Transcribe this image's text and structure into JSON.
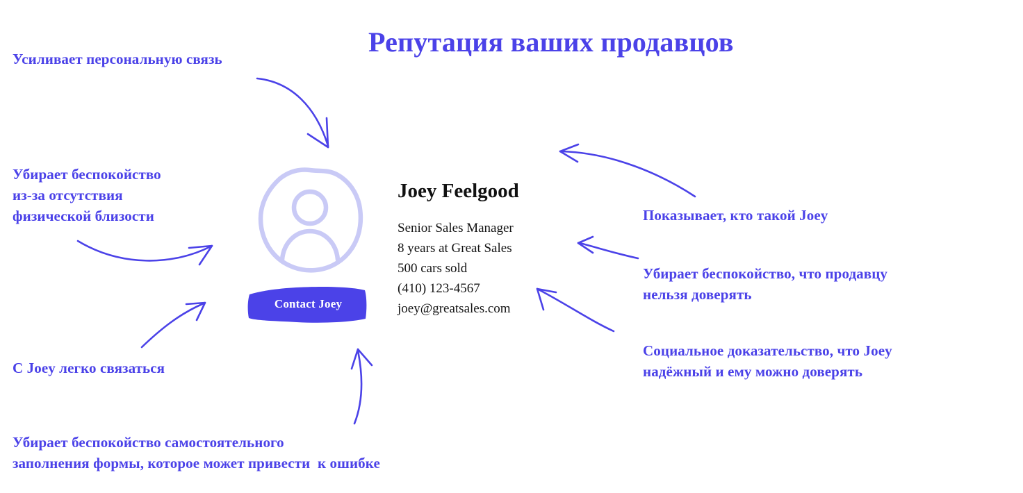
{
  "page": {
    "title": "Репутация ваших продавцов",
    "background_color": "#ffffff",
    "accent_color": "#4b42e8",
    "avatar_outline_color": "#c9caf6",
    "text_color": "#111111"
  },
  "profile": {
    "name": "Joey Feelgood",
    "details": [
      "Senior Sales Manager",
      "8 years at Great Sales",
      "500 cars sold",
      "(410) 123-4567",
      "joey@greatsales.com"
    ],
    "avatar_icon": "user-avatar-icon",
    "cta_label": "Contact Joey"
  },
  "annotations": {
    "left": [
      {
        "id": "personal",
        "text": "Усиливает персональную связь"
      },
      {
        "id": "proximity",
        "text": "Убирает беспокойство\nиз-за отсутствия\nфизической близости"
      },
      {
        "id": "easy",
        "text": "С Joey легко связаться"
      },
      {
        "id": "form",
        "text": "Убирает беспокойство самостоятельного\nзаполнения формы, которое может привести  к ошибке"
      }
    ],
    "right": [
      {
        "id": "who",
        "text": "Показывает, кто такой Joey"
      },
      {
        "id": "trust",
        "text": "Убирает беспокойство, что продавцу\nнельзя доверять"
      },
      {
        "id": "social",
        "text": "Социальное доказательство, что Joey\nнадёжный и ему можно доверять"
      }
    ]
  },
  "arrows": [
    {
      "id": "arrow-to-avatar-top",
      "from": "personal",
      "to": "avatar",
      "style": "curved-hand-drawn"
    },
    {
      "id": "arrow-to-avatar-left",
      "from": "proximity",
      "to": "avatar",
      "style": "curved-hand-drawn"
    },
    {
      "id": "arrow-to-button-left",
      "from": "easy",
      "to": "contact-button",
      "style": "curved-hand-drawn"
    },
    {
      "id": "arrow-to-button-bottom",
      "from": "form",
      "to": "contact-button",
      "style": "curved-hand-drawn"
    },
    {
      "id": "arrow-to-name",
      "from": "who",
      "to": "profile-name",
      "style": "curved-hand-drawn"
    },
    {
      "id": "arrow-to-details",
      "from": "trust",
      "to": "profile-details",
      "style": "curved-hand-drawn"
    },
    {
      "id": "arrow-to-email",
      "from": "social",
      "to": "profile-details",
      "style": "curved-hand-drawn"
    }
  ]
}
